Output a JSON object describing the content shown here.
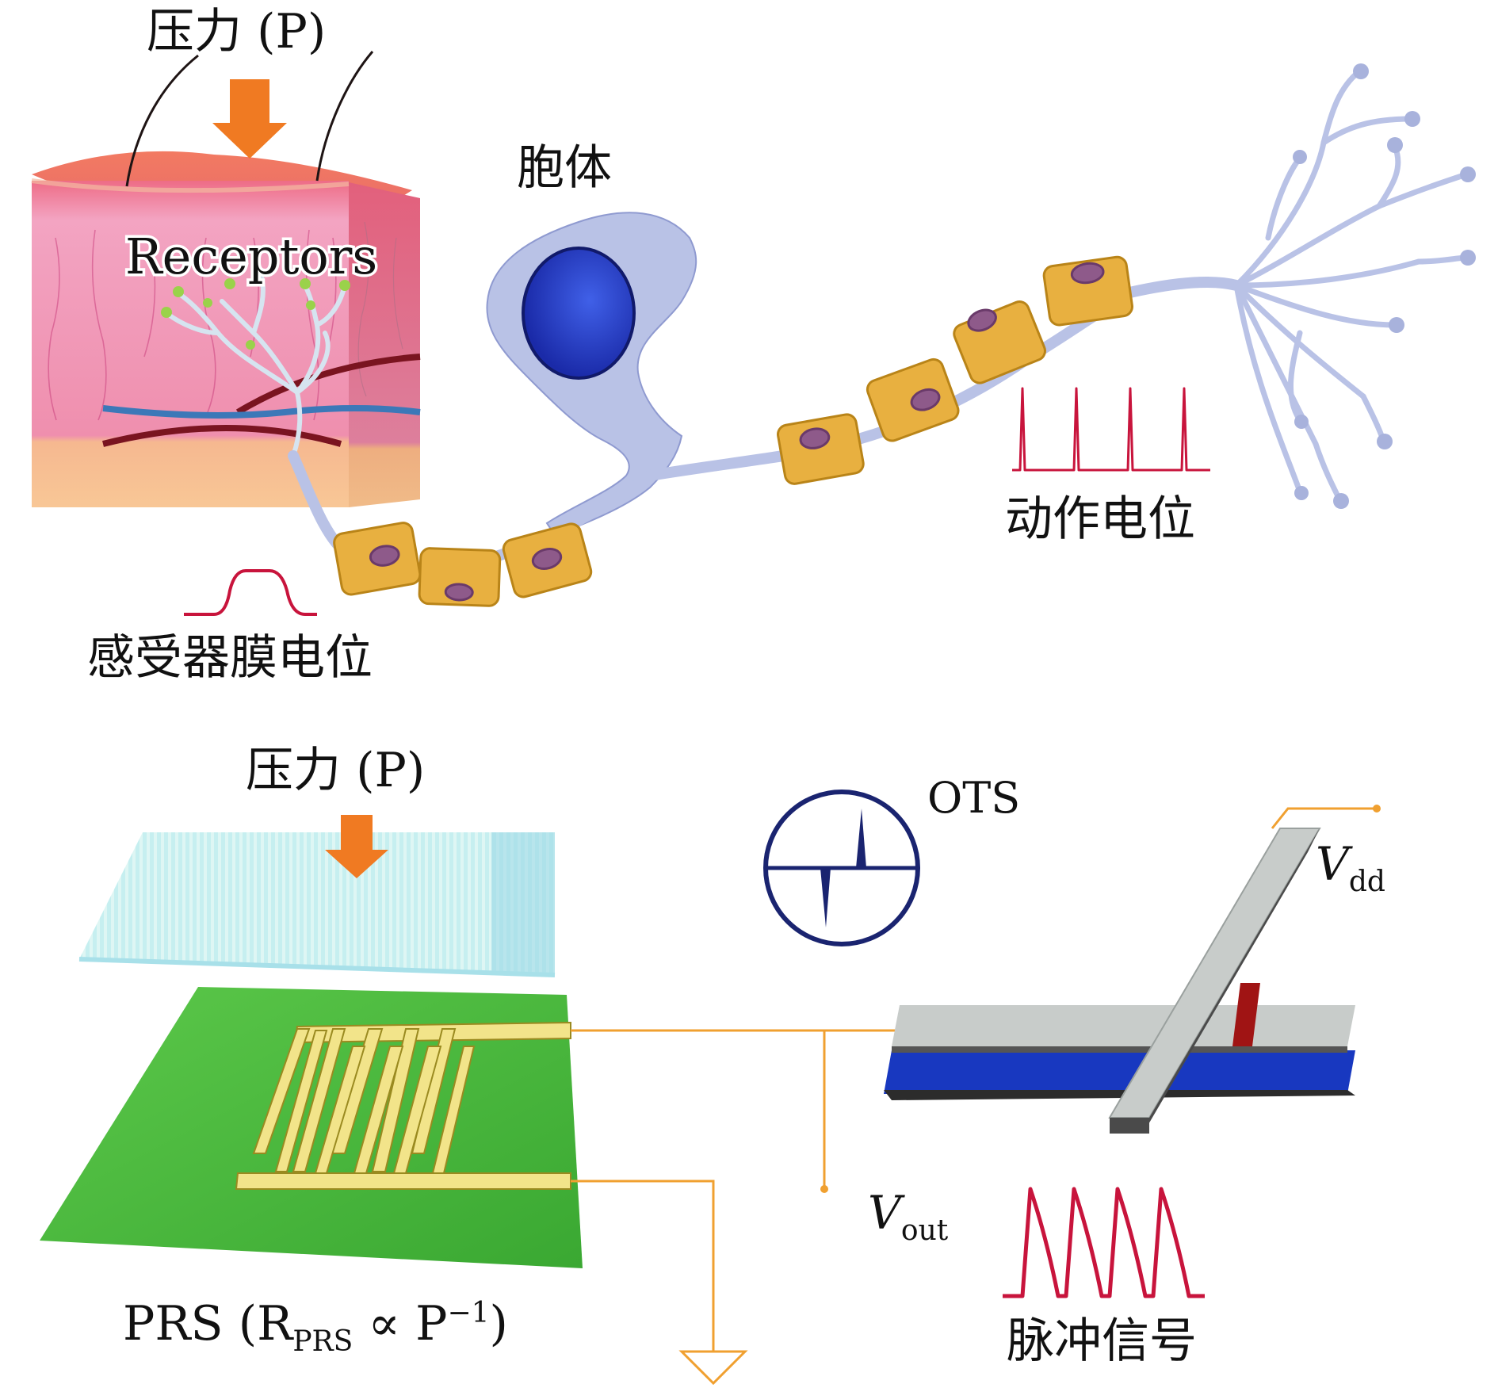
{
  "top_panel": {
    "pressure_label": "压力 (P)",
    "receptors_label": "Receptors",
    "soma_label": "胞体",
    "receptor_potential_label": "感受器膜电位",
    "action_potential_label": "动作电位"
  },
  "bottom_panel": {
    "pressure_label": "压力 (P)",
    "ots_label": "OTS",
    "vdd_main": "V",
    "vdd_sub": "dd",
    "vout_main": "V",
    "vout_sub": "out",
    "prs_label_a": "PRS (R",
    "prs_sub": "PRS",
    "prs_label_b": " ∝  P",
    "prs_sup": "−1",
    "prs_label_c": ")",
    "pulse_label": "脉冲信号"
  },
  "colors": {
    "orange_arrow": "#f07a22",
    "wire": "#f0a030",
    "skin": "#f0a0b8",
    "neuron": "#b9c2e6",
    "nucleus": "#2d3fbf",
    "myelin": "#e8b040",
    "signal_red": "#c8143c",
    "ots_navy": "#1a2470",
    "substrate_green": "#48b43c",
    "electrode_yellow": "#f2e48a",
    "bar_gray": "#c8ccca",
    "bar_blue": "#1838c0",
    "vout_red": "#b01818"
  }
}
